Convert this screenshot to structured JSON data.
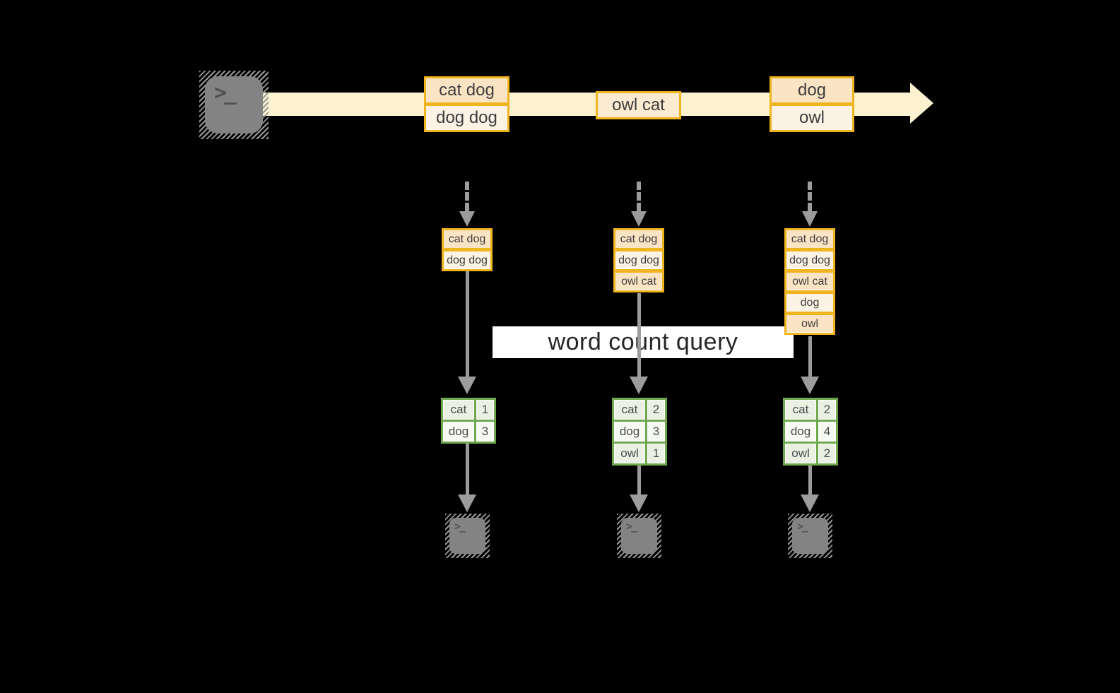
{
  "palette": {
    "background": "#000000",
    "stream_band": "#FCF2CF",
    "record_border": "#F0B41E",
    "record_fill_dark": "#FBE4C4",
    "record_fill_light": "#FDF3E5",
    "table_border": "#6FA84E",
    "table_fill_a": "#EAF1E3",
    "table_fill_b": "#F7FAF2",
    "arrow_gray": "#9C9C9C",
    "terminal_gray": "#838383",
    "label_bg": "#FFFFFF",
    "text": "#3D3D3D"
  },
  "icons": {
    "terminal_prompt": ">_"
  },
  "query_label": "word count query",
  "stream": {
    "batches": [
      {
        "rows": [
          "cat dog",
          "dog dog"
        ]
      },
      {
        "rows": [
          "owl cat"
        ]
      },
      {
        "rows": [
          "dog",
          "owl"
        ]
      }
    ]
  },
  "columns": [
    {
      "buffer": [
        "cat dog",
        "dog dog"
      ],
      "counts": [
        {
          "word": "cat",
          "count": "1"
        },
        {
          "word": "dog",
          "count": "3"
        }
      ]
    },
    {
      "buffer": [
        "cat dog",
        "dog dog",
        "owl cat"
      ],
      "counts": [
        {
          "word": "cat",
          "count": "2"
        },
        {
          "word": "dog",
          "count": "3"
        },
        {
          "word": "owl",
          "count": "1"
        }
      ]
    },
    {
      "buffer": [
        "cat dog",
        "dog dog",
        "owl cat",
        "dog",
        "owl"
      ],
      "counts": [
        {
          "word": "cat",
          "count": "2"
        },
        {
          "word": "dog",
          "count": "4"
        },
        {
          "word": "owl",
          "count": "2"
        }
      ]
    }
  ]
}
